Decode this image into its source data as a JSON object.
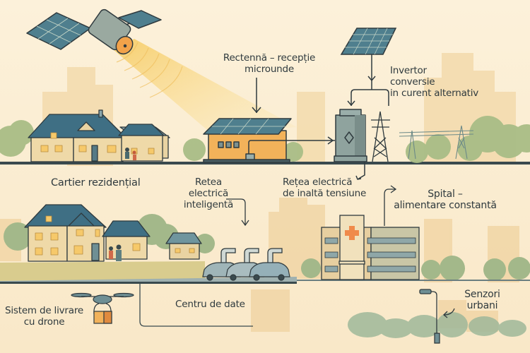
{
  "diagram": {
    "title": "",
    "colors": {
      "background": "#fcf1da",
      "panel_blue": "#4f7f8e",
      "roof_blue": "#3f6f84",
      "house_beige": "#efd9a8",
      "accent_orange": "#f0a24a",
      "outline": "#2f3a3e",
      "tree_green": "#9bb37a",
      "beam_yellow": "#f6d57a",
      "hospital_cross": "#f08a4b"
    },
    "labels": {
      "rectenna": [
        "Rectennă – recepție",
        "microunde"
      ],
      "inverter": [
        "Invertor",
        "conversie",
        "in curent alternativ"
      ],
      "residential": "Cartier rezidențial",
      "smart_grid": [
        "Retea",
        "electrică",
        "inteligentă"
      ],
      "hv_grid": [
        "Rețea electrică",
        "de inaltă tensiune"
      ],
      "hospital": [
        "Spital –",
        "alimentare constantă"
      ],
      "drone_delivery": [
        "Sistem de livrare",
        "cu drone"
      ],
      "data_center": "Centru de date",
      "urban_sensors": [
        "Senzori",
        "urbani"
      ]
    },
    "nodes": [
      {
        "id": "satellite",
        "icon": "satellite-icon"
      },
      {
        "id": "solar-panel",
        "icon": "solar-panel-icon"
      },
      {
        "id": "rectenna-house",
        "icon": "rectenna-house-icon"
      },
      {
        "id": "inverter",
        "icon": "inverter-icon"
      },
      {
        "id": "pylon",
        "icon": "transmission-pylon-icon"
      },
      {
        "id": "houses-top",
        "icon": "residential-houses-icon"
      },
      {
        "id": "houses-bottom",
        "icon": "residential-houses-icon"
      },
      {
        "id": "ev-chargers",
        "icon": "ev-charging-station-icon"
      },
      {
        "id": "hospital",
        "icon": "hospital-icon"
      },
      {
        "id": "drone",
        "icon": "drone-icon"
      },
      {
        "id": "street-lamp",
        "icon": "street-lamp-sensor-icon"
      }
    ]
  }
}
